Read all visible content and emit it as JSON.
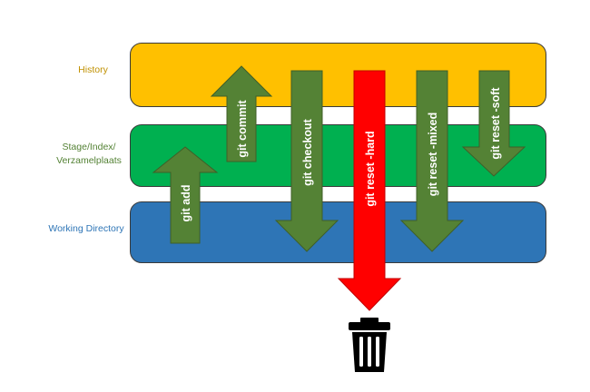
{
  "layers": {
    "history": "History",
    "stage_line1": "Stage/Index/",
    "stage_line2": "Verzamelplaats",
    "working": "Working Directory"
  },
  "arrows": {
    "git_add": "git add",
    "git_commit": "git  commit",
    "git_checkout": "git checkout",
    "git_reset_hard": "git reset -hard",
    "git_reset_mixed": "git reset -mixed",
    "git_reset_soft": "git  reset -soft"
  },
  "colors": {
    "history": "#FFC000",
    "stage": "#00B050",
    "working": "#2E75B6",
    "arrow_green": "#548235",
    "arrow_red": "#FF0000",
    "history_label": "#C09000",
    "stage_label": "#548235",
    "working_label": "#2E75B6"
  },
  "icons": {
    "trash": "trash-icon"
  }
}
